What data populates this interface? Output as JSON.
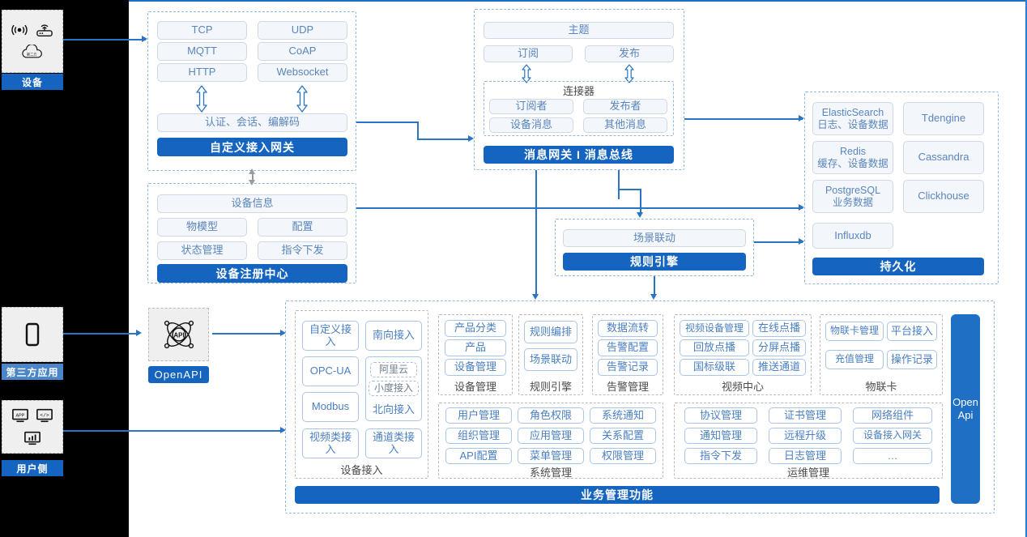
{
  "title": "IoT Platform Architecture Diagram",
  "actors": [
    {
      "id": "device",
      "label": "设备",
      "icons": [
        "signal-icon",
        "router-icon",
        "cloud-icon"
      ]
    },
    {
      "id": "third-party",
      "label": "第三方应用",
      "icons": [
        "mobile-phone-icon"
      ]
    },
    {
      "id": "user-side",
      "label": "用户侧",
      "icons": [
        "web-app-icon",
        "code-icon",
        "dashboard-icon"
      ]
    }
  ],
  "gateway": {
    "protocols": [
      "TCP",
      "UDP",
      "MQTT",
      "CoAP",
      "HTTP",
      "Websocket"
    ],
    "middle": "认证、会话、编解码",
    "banner": "自定义接入网关"
  },
  "message_bus": {
    "topic": "主题",
    "subscribe": "订阅",
    "publish": "发布",
    "connector_title": "连接器",
    "connector_items": [
      "订阅者",
      "发布者",
      "设备消息",
      "其他消息"
    ],
    "banner": "消息网关 I 消息总线"
  },
  "registry": {
    "info": "设备信息",
    "items": [
      "物模型",
      "配置",
      "状态管理",
      "指令下发"
    ],
    "banner": "设备注册中心"
  },
  "rule_engine": {
    "scene": "场景联动",
    "banner": "规则引擎"
  },
  "persistence": {
    "stores": [
      {
        "name": "ElasticSearch",
        "sub": "日志、设备数据"
      },
      {
        "name": "Tdengine",
        "sub": ""
      },
      {
        "name": "Redis",
        "sub": "缓存、设备数据"
      },
      {
        "name": "Cassandra",
        "sub": ""
      },
      {
        "name": "PostgreSQL",
        "sub": "业务数据"
      },
      {
        "name": "Clickhouse",
        "sub": ""
      },
      {
        "name": "Influxdb",
        "sub": ""
      }
    ],
    "banner": "持久化"
  },
  "openapi": {
    "icon_label": "API",
    "badge": "OpenAPI"
  },
  "business": {
    "banner": "业务管理功能",
    "vertical_bar": "Open Api",
    "groups_row1": [
      {
        "id": "device-access",
        "label": "设备接入",
        "tall": true,
        "cells": [
          {
            "text": "自定义接入",
            "style": "outline"
          },
          {
            "text": "南向接入",
            "style": "outline"
          },
          {
            "text": "OPC-UA",
            "style": "outline"
          },
          {
            "text": "阿里云",
            "style": "dashed"
          },
          {
            "text": "小度接入",
            "style": "dashed"
          },
          {
            "text": "Modbus",
            "style": "outline"
          },
          {
            "text": "北向接入",
            "style": "outline"
          },
          {
            "text": "视频类接入",
            "style": "outline"
          },
          {
            "text": "通道类接入",
            "style": "outline"
          }
        ]
      },
      {
        "id": "device-management",
        "label": "设备管理",
        "cells": [
          "产品分类",
          "产品",
          "设备管理"
        ]
      },
      {
        "id": "rule-engine-group",
        "label": "规则引擎",
        "cells": [
          "规则编排",
          "场景联动"
        ]
      },
      {
        "id": "alarm-management",
        "label": "告警管理",
        "cells": [
          "数据流转",
          "告警配置",
          "告警记录"
        ]
      },
      {
        "id": "video-center",
        "label": "视频中心",
        "cells": [
          "视频设备管理",
          "在线点播",
          "回放点播",
          "分屏点播",
          "国标级联",
          "推送通道"
        ]
      },
      {
        "id": "iot-card",
        "label": "物联卡",
        "cells": [
          "物联卡管理",
          "平台接入",
          "充值管理",
          "操作记录"
        ]
      }
    ],
    "groups_row2": [
      {
        "id": "system-management",
        "label": "系统管理",
        "cells": [
          "用户管理",
          "角色权限",
          "系统通知",
          "组织管理",
          "应用管理",
          "关系配置",
          "API配置",
          "菜单管理",
          "权限管理"
        ]
      },
      {
        "id": "ops-management",
        "label": "运维管理",
        "cells": [
          "协议管理",
          "证书管理",
          "网络组件",
          "通知管理",
          "远程升级",
          "设备接入网关",
          "指令下发",
          "日志管理",
          "…"
        ]
      }
    ]
  },
  "colors": {
    "brand_blue": "#1565c0",
    "line_blue": "#2a74c4",
    "chip_border": "#a9c6e6",
    "chip_text": "#4a7fc1",
    "rail_black": "#000000"
  }
}
